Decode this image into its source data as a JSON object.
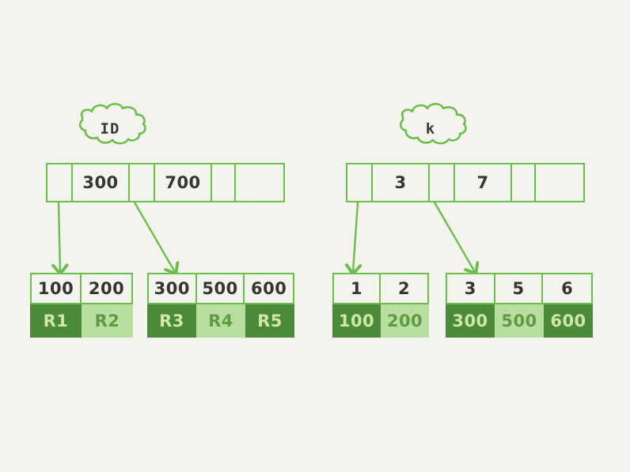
{
  "canvas": {
    "background_color": "#f4f3ee",
    "stroke_color": "#6abf4b",
    "dark_block_color": "#4a8a3a",
    "light_block_color": "#b8dfa0",
    "text_color": "#36352f"
  },
  "trees": [
    {
      "id": "id-index",
      "cloud_label": "ID",
      "root": {
        "cells": [
          {
            "text": "",
            "type": "pointer"
          },
          {
            "text": "300",
            "type": "key"
          },
          {
            "text": "",
            "type": "pointer"
          },
          {
            "text": "700",
            "type": "key"
          },
          {
            "text": "",
            "type": "pointer"
          },
          {
            "text": "",
            "type": "empty"
          }
        ]
      },
      "leaves": [
        {
          "keys": [
            "100",
            "200"
          ],
          "records": [
            {
              "text": "R1",
              "shade": "dark"
            },
            {
              "text": "R2",
              "shade": "light"
            }
          ]
        },
        {
          "keys": [
            "300",
            "500",
            "600"
          ],
          "records": [
            {
              "text": "R3",
              "shade": "dark"
            },
            {
              "text": "R4",
              "shade": "light"
            },
            {
              "text": "R5",
              "shade": "dark"
            }
          ]
        }
      ]
    },
    {
      "id": "k-index",
      "cloud_label": "k",
      "root": {
        "cells": [
          {
            "text": "",
            "type": "pointer"
          },
          {
            "text": "3",
            "type": "key"
          },
          {
            "text": "",
            "type": "pointer"
          },
          {
            "text": "7",
            "type": "key"
          },
          {
            "text": "",
            "type": "pointer"
          },
          {
            "text": "",
            "type": "empty"
          }
        ]
      },
      "leaves": [
        {
          "keys": [
            "1",
            "2"
          ],
          "records": [
            {
              "text": "100",
              "shade": "dark"
            },
            {
              "text": "200",
              "shade": "light"
            }
          ]
        },
        {
          "keys": [
            "3",
            "5",
            "6"
          ],
          "records": [
            {
              "text": "300",
              "shade": "dark"
            },
            {
              "text": "500",
              "shade": "light"
            },
            {
              "text": "600",
              "shade": "dark"
            }
          ]
        }
      ]
    }
  ]
}
